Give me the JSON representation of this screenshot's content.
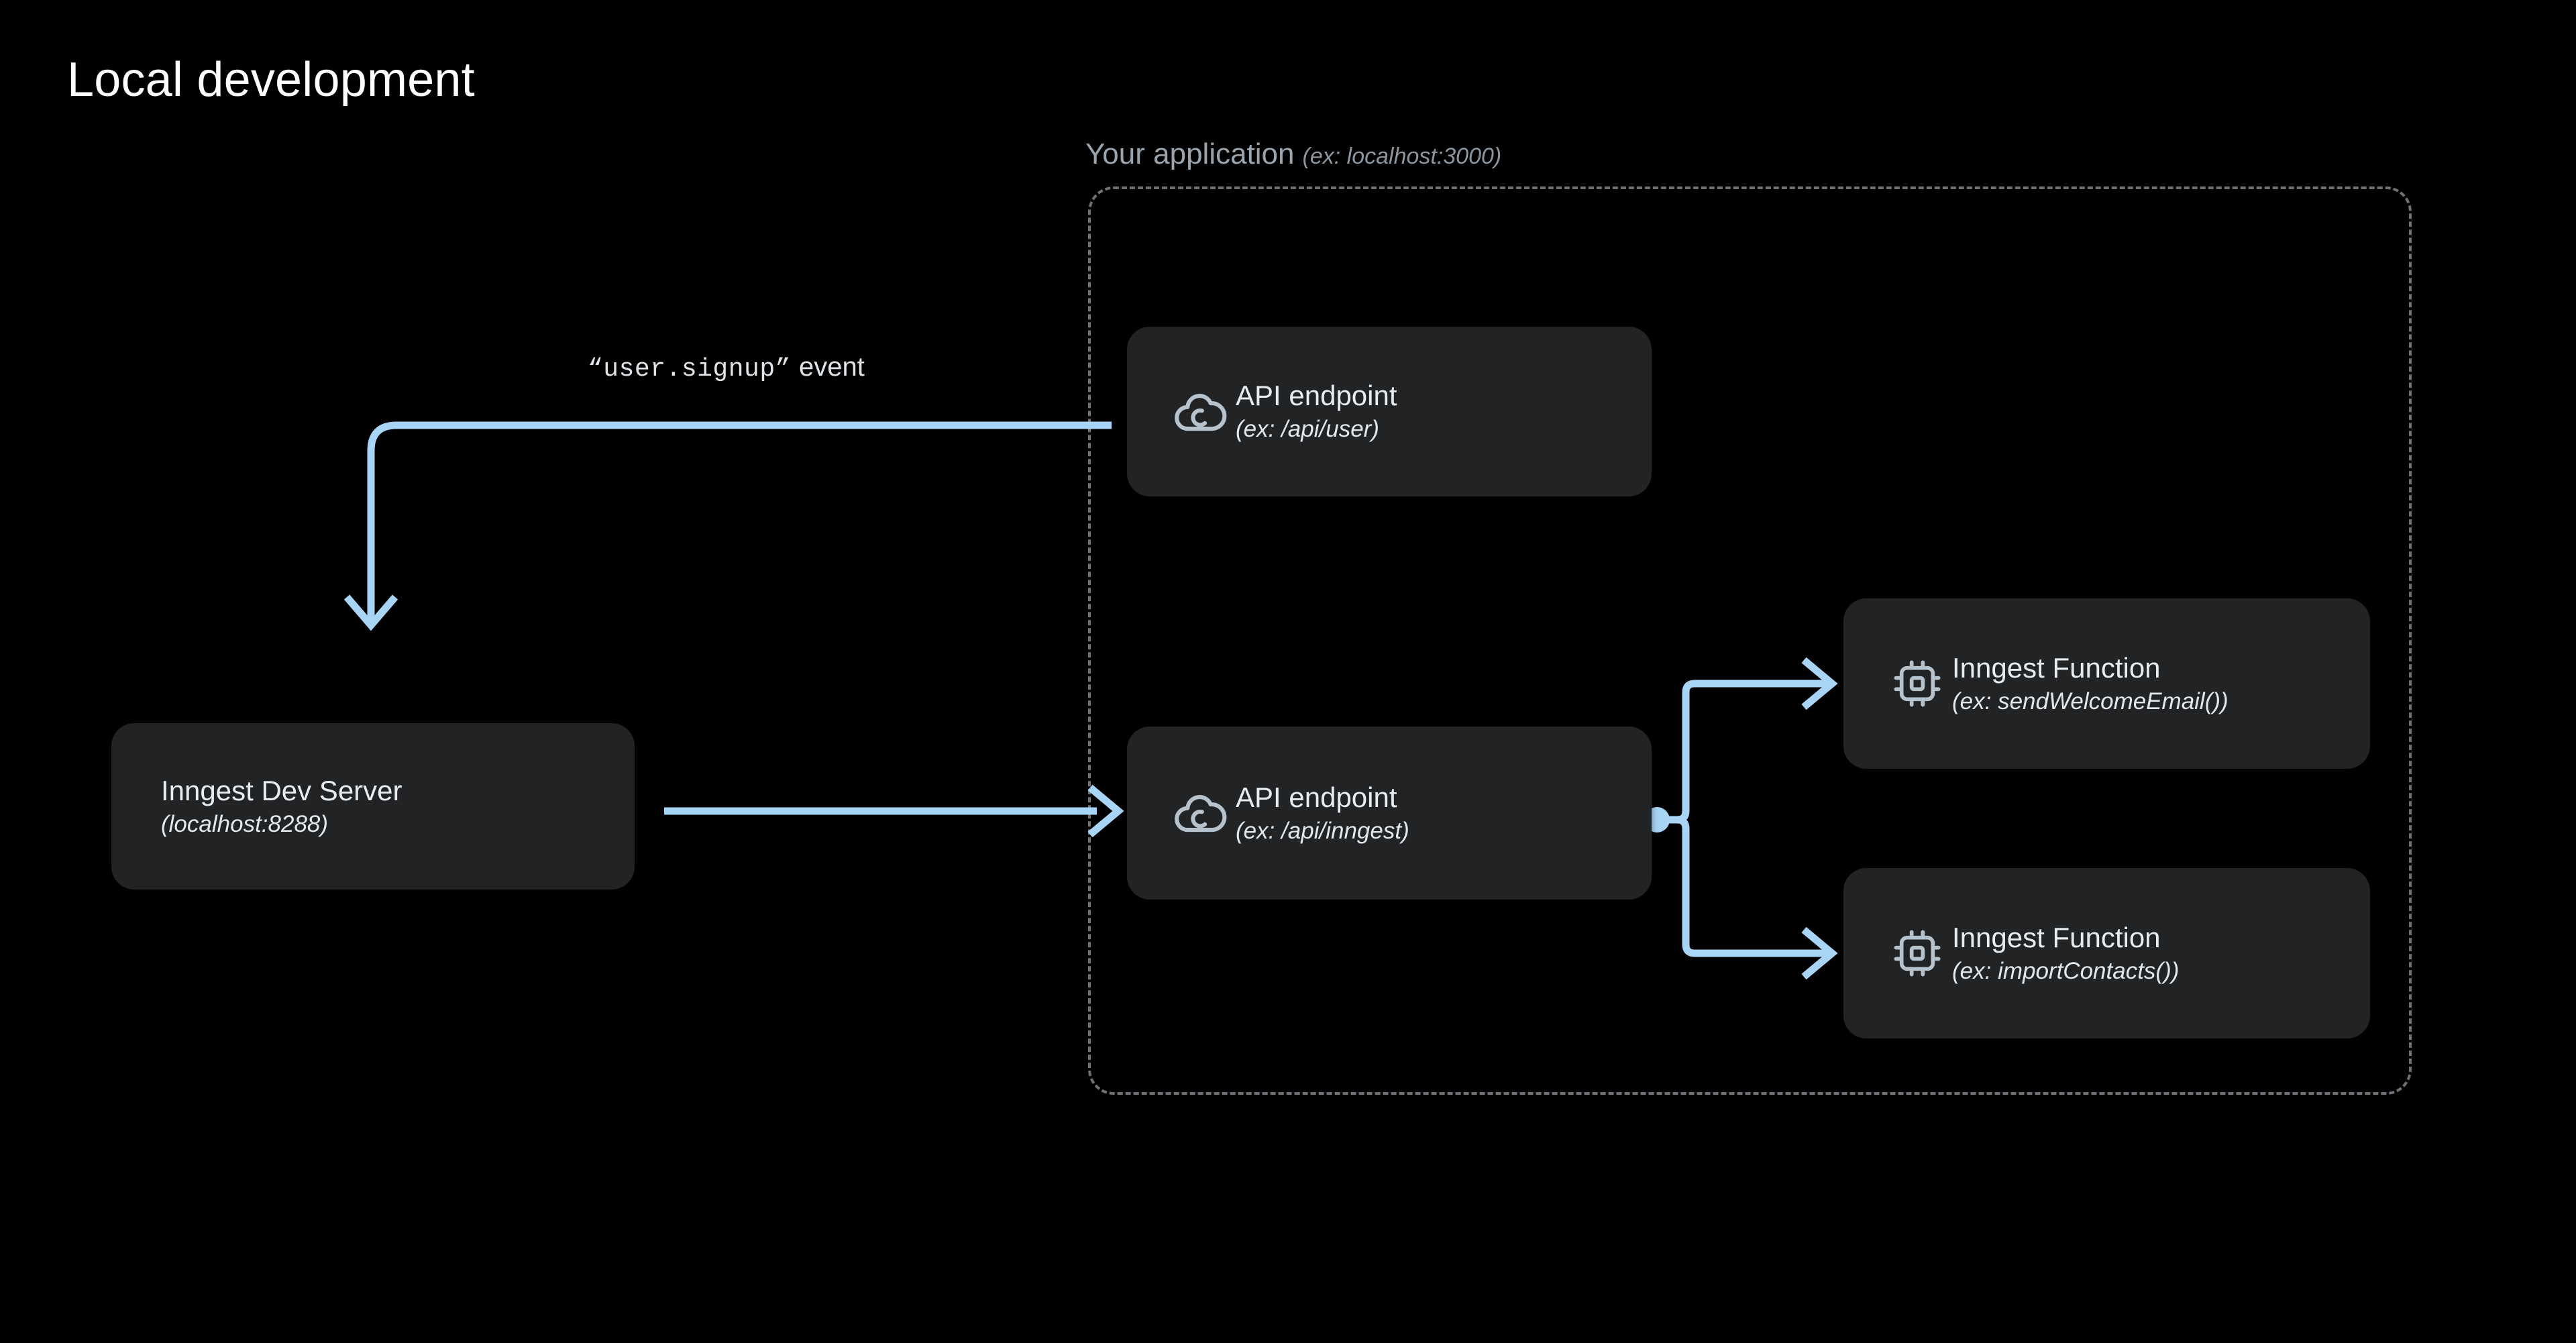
{
  "page": {
    "title": "Local development",
    "background_color": "#000000"
  },
  "group": {
    "label_main": "Your application",
    "label_sub": "(ex: localhost:3000)",
    "border_color": "#6e7277",
    "border_style": "dashed"
  },
  "event_label": {
    "quoted": "“user.signup”",
    "suffix": "event"
  },
  "colors": {
    "node_fill": "#222325",
    "node_title": "#e9ecef",
    "node_sub": "#e3e7ea",
    "connector": "#a8d4f5",
    "icon": "#b6c2cc",
    "title": "#ffffff",
    "group_label": "#9aa4ad"
  },
  "nodes": [
    {
      "id": "api-user",
      "title": "API endpoint",
      "subtitle": "(ex: /api/user)",
      "icon": "cloud-icon"
    },
    {
      "id": "api-inngest",
      "title": "API endpoint",
      "subtitle": "(ex: /api/inngest)",
      "icon": "cloud-icon"
    },
    {
      "id": "fn-welcome",
      "title": "Inngest Function",
      "subtitle": "(ex: sendWelcomeEmail())",
      "icon": "cpu-chip-icon"
    },
    {
      "id": "fn-contacts",
      "title": "Inngest Function",
      "subtitle": "(ex: importContacts())",
      "icon": "cpu-chip-icon"
    },
    {
      "id": "dev-server",
      "title": "Inngest Dev Server",
      "subtitle": "(localhost:8288)",
      "icon": null
    }
  ],
  "connectors": [
    {
      "id": "event-to-dev-server",
      "from": "api-user",
      "to": "dev-server",
      "label": "“user.signup” event",
      "arrowhead": "down"
    },
    {
      "id": "dev-server-to-api-inngest",
      "from": "dev-server",
      "to": "api-inngest",
      "label": "",
      "arrowhead": "right"
    },
    {
      "id": "api-inngest-to-fn-welcome",
      "from": "api-inngest",
      "to": "fn-welcome",
      "label": "",
      "arrowhead": "right"
    },
    {
      "id": "api-inngest-to-fn-contacts",
      "from": "api-inngest",
      "to": "fn-contacts",
      "label": "",
      "arrowhead": "right"
    }
  ]
}
